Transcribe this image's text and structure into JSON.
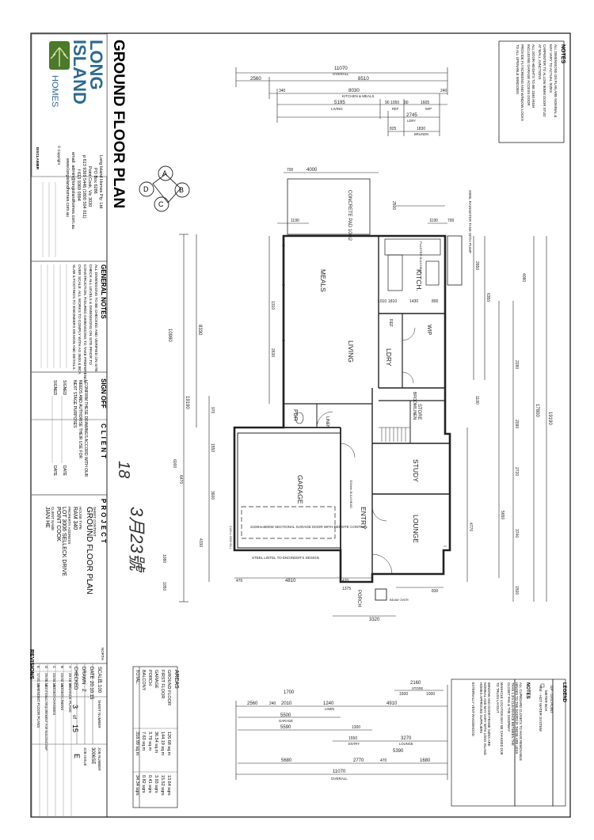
{
  "company": {
    "logo_line1": "LONG",
    "logo_line2": "ISLAND",
    "logo_line3": "HOMES",
    "name": "Long Island Homes Pty. Ltd",
    "po_box": "PO Box 6286",
    "suburb": "Point Cook, Vic 3030",
    "phone": "p 613 9369 5446 (1800 504 011)",
    "fax": "f 613 9369 0994",
    "email": "email: admin@longislandhomes.com.au",
    "web": "www.longislandhomes.com.au",
    "copyright": "© Copyright",
    "disclaimer": "DISCLAIMER"
  },
  "title": {
    "main": "GROUND FLOOR PLAN",
    "sheet_content_label": "SHEET CONTENT",
    "sheet_content": "GROUND FLOOR PLAN",
    "house_type_label": "HOUSE TYPE",
    "house_type": "RAM 340",
    "property_label": "PROPERTY ADDRESS",
    "property_line1": "LOT 3006 SELLECK DRIVE",
    "property_line2": "POINT COOK",
    "client_label": "CLIENT NAME",
    "client_name": "JIAN HE"
  },
  "general_notes": {
    "heading": "GENERAL NOTES",
    "lines": [
      "ALL DIMENSIONS TO BE CHECKED AND VERIFIED ON SITE",
      "CHECK ALL LEVELS & DIMENSIONS ON SITE PRIOR TO",
      "CONSTRUCTION. FIGURED DIMENSIONS TO TAKE PREFERENCE",
      "OVER SCALE. ALL WORKS TO COMPLY WITH AS 3600 & BCA",
      "SLAB & FOOTINGS TO ENGINEERS DESIGN AND DETAILS."
    ]
  },
  "sign_off": {
    "heading": "SIGN OFF",
    "client_heading": "CLIENT",
    "confirm_line1": "I CONFIRM THESE DRAWINGS ACCORD WITH OUR",
    "confirm_line2": "NEEDS AND AUTHORISE THEIR USE FOR",
    "confirm_line3": "NEXT STAGE PURPOSES",
    "signed": "SIGNED",
    "date": "DATE"
  },
  "project": {
    "heading": "PROJECT",
    "north": "NORTH",
    "scale_label": "SCALE",
    "scale": "1:100",
    "date_label": "DATE",
    "date": "20.10.15",
    "drawn_label": "DRAWN",
    "drawn": "Z",
    "checked_label": "CHECKED",
    "sheet_no_label": "SHEET NUMBER",
    "sheet_no": "3",
    "sheet_of": "of",
    "sheet_total": "15",
    "job_no_label": "JOB NUMBER",
    "job_no": "3006SE",
    "job_issue_label": "JOB ISSUE",
    "job_issue": "E"
  },
  "revisions": {
    "heading": "REVISIONS",
    "rows": [
      {
        "rev": "A",
        "date": "20.10.15",
        "desc": "FINANCE PLANS"
      },
      {
        "rev": "B",
        "date": "23.02.16",
        "desc": "ADDED LINENS"
      },
      {
        "rev": "C",
        "date": "23.04.16",
        "desc": "ADDED CHANGES"
      },
      {
        "rev": "D",
        "date": "26.05.16",
        "desc": "ADDITIONAL REQUIREMENT FOR BUILDING ENP"
      },
      {
        "rev": "E",
        "date": "17.01.16",
        "desc": "AMENDED FLOOR PLANS"
      }
    ]
  },
  "areas": {
    "heading": "AREAS",
    "rows": [
      {
        "name": "GROUND FLOOR",
        "sqm": "126.68 sq.m",
        "sq": "13.64 sqrs"
      },
      {
        "name": "FIRST FLOOR",
        "sqm": "144.19 sq.m",
        "sq": "15.52 sqrs"
      },
      {
        "name": "GARAGE",
        "sqm": "36.54 sq.m",
        "sq": "3.93 sqrs"
      },
      {
        "name": "PORCH",
        "sqm": "3.79 sq.m",
        "sq": "0.41 sqrs"
      },
      {
        "name": "BALCONY",
        "sqm": "7.63 sq.m",
        "sq": "0.82 sqrs"
      }
    ],
    "total_label": "TOTAL:",
    "total_sqm": "318.99 sq.m",
    "total_sq": "34.34 sqrs"
  },
  "legend": {
    "heading": "LEGEND",
    "items": [
      "GP - GAS POINT",
      "METER BOX",
      "HW - HOT WATER SYSTEM"
    ]
  },
  "notes_right": {
    "heading": "NOTES",
    "lines": [
      "ALL CUPBOARD CLOSETS TO HAVE REMOVABLE",
      "HINGES TO THE DOORS IF THESE ARE LESS",
      "THAN 1.2m CLEARANCE BETWEEN THE",
      "CLOSET PAN & THE DOORWAY",
      "MANHOLE LOCATION MAY BE CHANGED DUE",
      "TO TRUSS LAYOUT",
      "WINDOW AND DOOR FRAME SIZES ARE",
      "NOMINAL AND MAY VARY WITH LONG ISLAND",
      "HOMES APPROVED SUPPLIERS",
      "EXTERNALLY VENT RANGEHOOD"
    ]
  },
  "notes_top": {
    "heading": "NOTES",
    "lines": [
      "ALL DIMENSIONS ON PLAN ARE NOMINAL &",
      "MAY VARY TO ACTUAL SIZES",
      "CARPENTER TO ALLOW 90MM DOOR STUD",
      "AT WALL JUNCTIONS",
      "ALL DOOR HEIGHTS TO BE 2340 HIGH",
      "INCLUDING GARAGE ACCESS DOOR",
      "PROVIDE FLYSCREENS AND WINDOW LOCKS",
      "TO ALL OPENABLE WINDOWS"
    ]
  },
  "rooms": {
    "meals": "MEALS",
    "living": "LIVING",
    "kitch": "KITCH.",
    "ldry": "LDRY",
    "wip": "WIP",
    "ref": "REF",
    "pdr": "PDR",
    "linen": "LINEN",
    "store": "STORE",
    "broom": "BROOM/LINEN",
    "study": "STUDY",
    "lounge": "LOUNGE",
    "garage": "GARAGE",
    "entry": "ENTRY",
    "porch": "PORCH"
  },
  "annotations": {
    "concrete_pad": "CONCRETE PAD 10m2",
    "tank": "2000L RAINWATER TANK WITH PUMP",
    "garage_door": "2100Hx4800W SECTIONAL GARAGE DOOR WITH REMOTE CONTROL",
    "steel_lintel": "STEEL LINTEL TO ENGINEER'S DESIGN",
    "bulkhead": "300mm BULKHEAD",
    "plaster_bulkhead": "PLASTER BULKHEAD",
    "garage_sill": "2100 x 2000 SILL",
    "beam": "BEAM OVER"
  },
  "dims": {
    "overall_11070": "11070",
    "overall_label": "OVERALL",
    "d8510": "8510",
    "d2560": "2560",
    "d8030": "8030",
    "d_km": "KITCHEN & MEALS",
    "d5195": "5195",
    "d_living": "LIVING",
    "d90a": "90",
    "d1050": "1050",
    "d90b": "90",
    "d1605": "1605",
    "d_ref": "REF",
    "d_wip": "WIP",
    "d2745": "2745",
    "d_ldry": "LDRY",
    "d825": "825",
    "d1830": "1830",
    "d_brlinen": "BRLINEN",
    "d340": "340",
    "d240": "240",
    "d700": "700",
    "d4000": "4000",
    "d1190a": "1190",
    "d2500": "2500",
    "d1190b": "1190",
    "d700b": "700",
    "d2650": "2650",
    "d4080": "4080",
    "d6350": "6350",
    "d1310": "1310",
    "d2630": "2630",
    "d1810": "1810",
    "d1430": "1430",
    "d800": "800",
    "d1010": "1010",
    "d19190": "19190",
    "d17800": "17800",
    "d10980": "10980",
    "d8330": "8330",
    "d970": "970",
    "d1550": "1550",
    "d6000": "6000",
    "d6470": "6470",
    "d3600": "3600",
    "d4330": "4330",
    "d1080": "1080",
    "d1050b": "1050",
    "d4810": "4810",
    "d470a": "470",
    "d470b": "470",
    "d1375": "1375",
    "d3320": "3320",
    "d830": "830",
    "d4770": "4770",
    "d5650": "5650",
    "d3740": "3740",
    "d1500": "1500",
    "d2720": "2720",
    "d2090": "2090",
    "d2280": "2280",
    "d1190c": "1190",
    "d_bot_2560": "2560",
    "d_bot_240": "240",
    "d_bot_2010": "2010",
    "d_bot_1240": "1240",
    "d_bot_4910": "4910",
    "d_bot_1700": "1700",
    "d_bot_5500": "5500",
    "d_bot_5590": "5590",
    "d_bot_1300": "1300",
    "d_bot_1550": "1550",
    "d_bot_3270": "3270",
    "d_bot_5390": "5390",
    "d_bot_2160": "2160",
    "d_bot_1500": "1500",
    "d_bot_1000": "1000",
    "d_bot_5680": "5680",
    "d_bot_2770": "2770",
    "d_bot_470": "470",
    "d_bot_1680": "1680",
    "d_bot_11070": "11070",
    "d_bot_overall": "OVERALL",
    "d_bot_garage": "GARAGE",
    "d_bot_linen": "LINEN",
    "d_bot_entry": "ENTRY",
    "d_bot_lounge": "LOUNGE",
    "d_bot_store": "STORE"
  },
  "handwritten": {
    "sig1": "18",
    "sig2": "3月23號"
  },
  "compass": {
    "a": "A",
    "b": "B",
    "c": "C",
    "d": "D"
  }
}
